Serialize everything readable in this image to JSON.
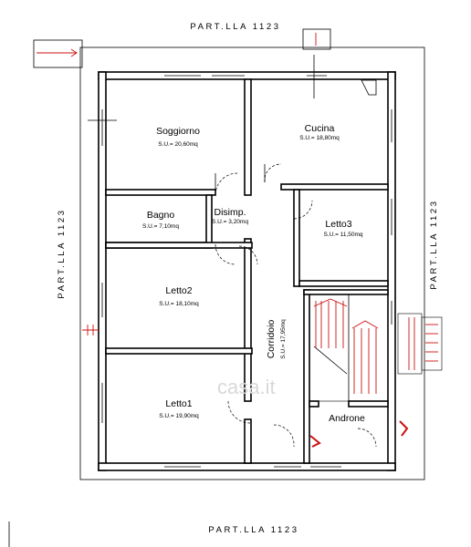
{
  "parcels": {
    "top": "PART.LLA 1123",
    "bottom": "PART.LLA 1123",
    "left": "PART.LLA 1123",
    "right": "PART.LLA 1123"
  },
  "rooms": [
    {
      "id": "soggiorno",
      "name": "Soggiorno",
      "area": "S.U.= 20,60mq"
    },
    {
      "id": "cucina",
      "name": "Cucina",
      "area": "S.U.= 18,80mq"
    },
    {
      "id": "bagno",
      "name": "Bagno",
      "area": "S.U.= 7,10mq"
    },
    {
      "id": "disimp",
      "name": "Disimp.",
      "area": "S.U.= 3,20mq"
    },
    {
      "id": "letto3",
      "name": "Letto3",
      "area": "S.U.= 11,50mq"
    },
    {
      "id": "letto2",
      "name": "Letto2",
      "area": "S.U.= 18,10mq"
    },
    {
      "id": "corridoio",
      "name": "Corridoio",
      "area": "S.U.= 17,95mq"
    },
    {
      "id": "letto1",
      "name": "Letto1",
      "area": "S.U.= 19,90mq"
    },
    {
      "id": "androne",
      "name": "Androne",
      "area": ""
    }
  ],
  "watermark": "casa.it",
  "colors": {
    "walls": "#000000",
    "entry_arrows": "#cc1111",
    "background": "#ffffff"
  }
}
